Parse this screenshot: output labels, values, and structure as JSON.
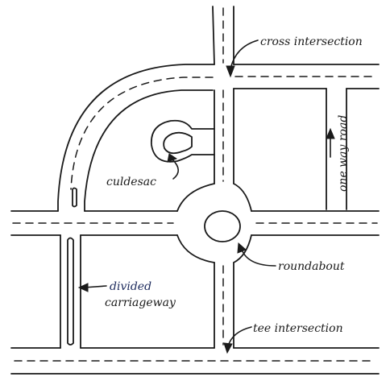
{
  "labels": {
    "cross_intersection": "cross intersection",
    "one_way_road": "one way road",
    "culdesac": "culdesac",
    "roundabout": "roundabout",
    "divided": "divided",
    "carriageway": "carriageway",
    "tee_intersection": "tee intersection"
  },
  "colors": {
    "ink": "#1a1a1a",
    "blue_ink": "#1c2a5c",
    "paper": "#ffffff"
  }
}
